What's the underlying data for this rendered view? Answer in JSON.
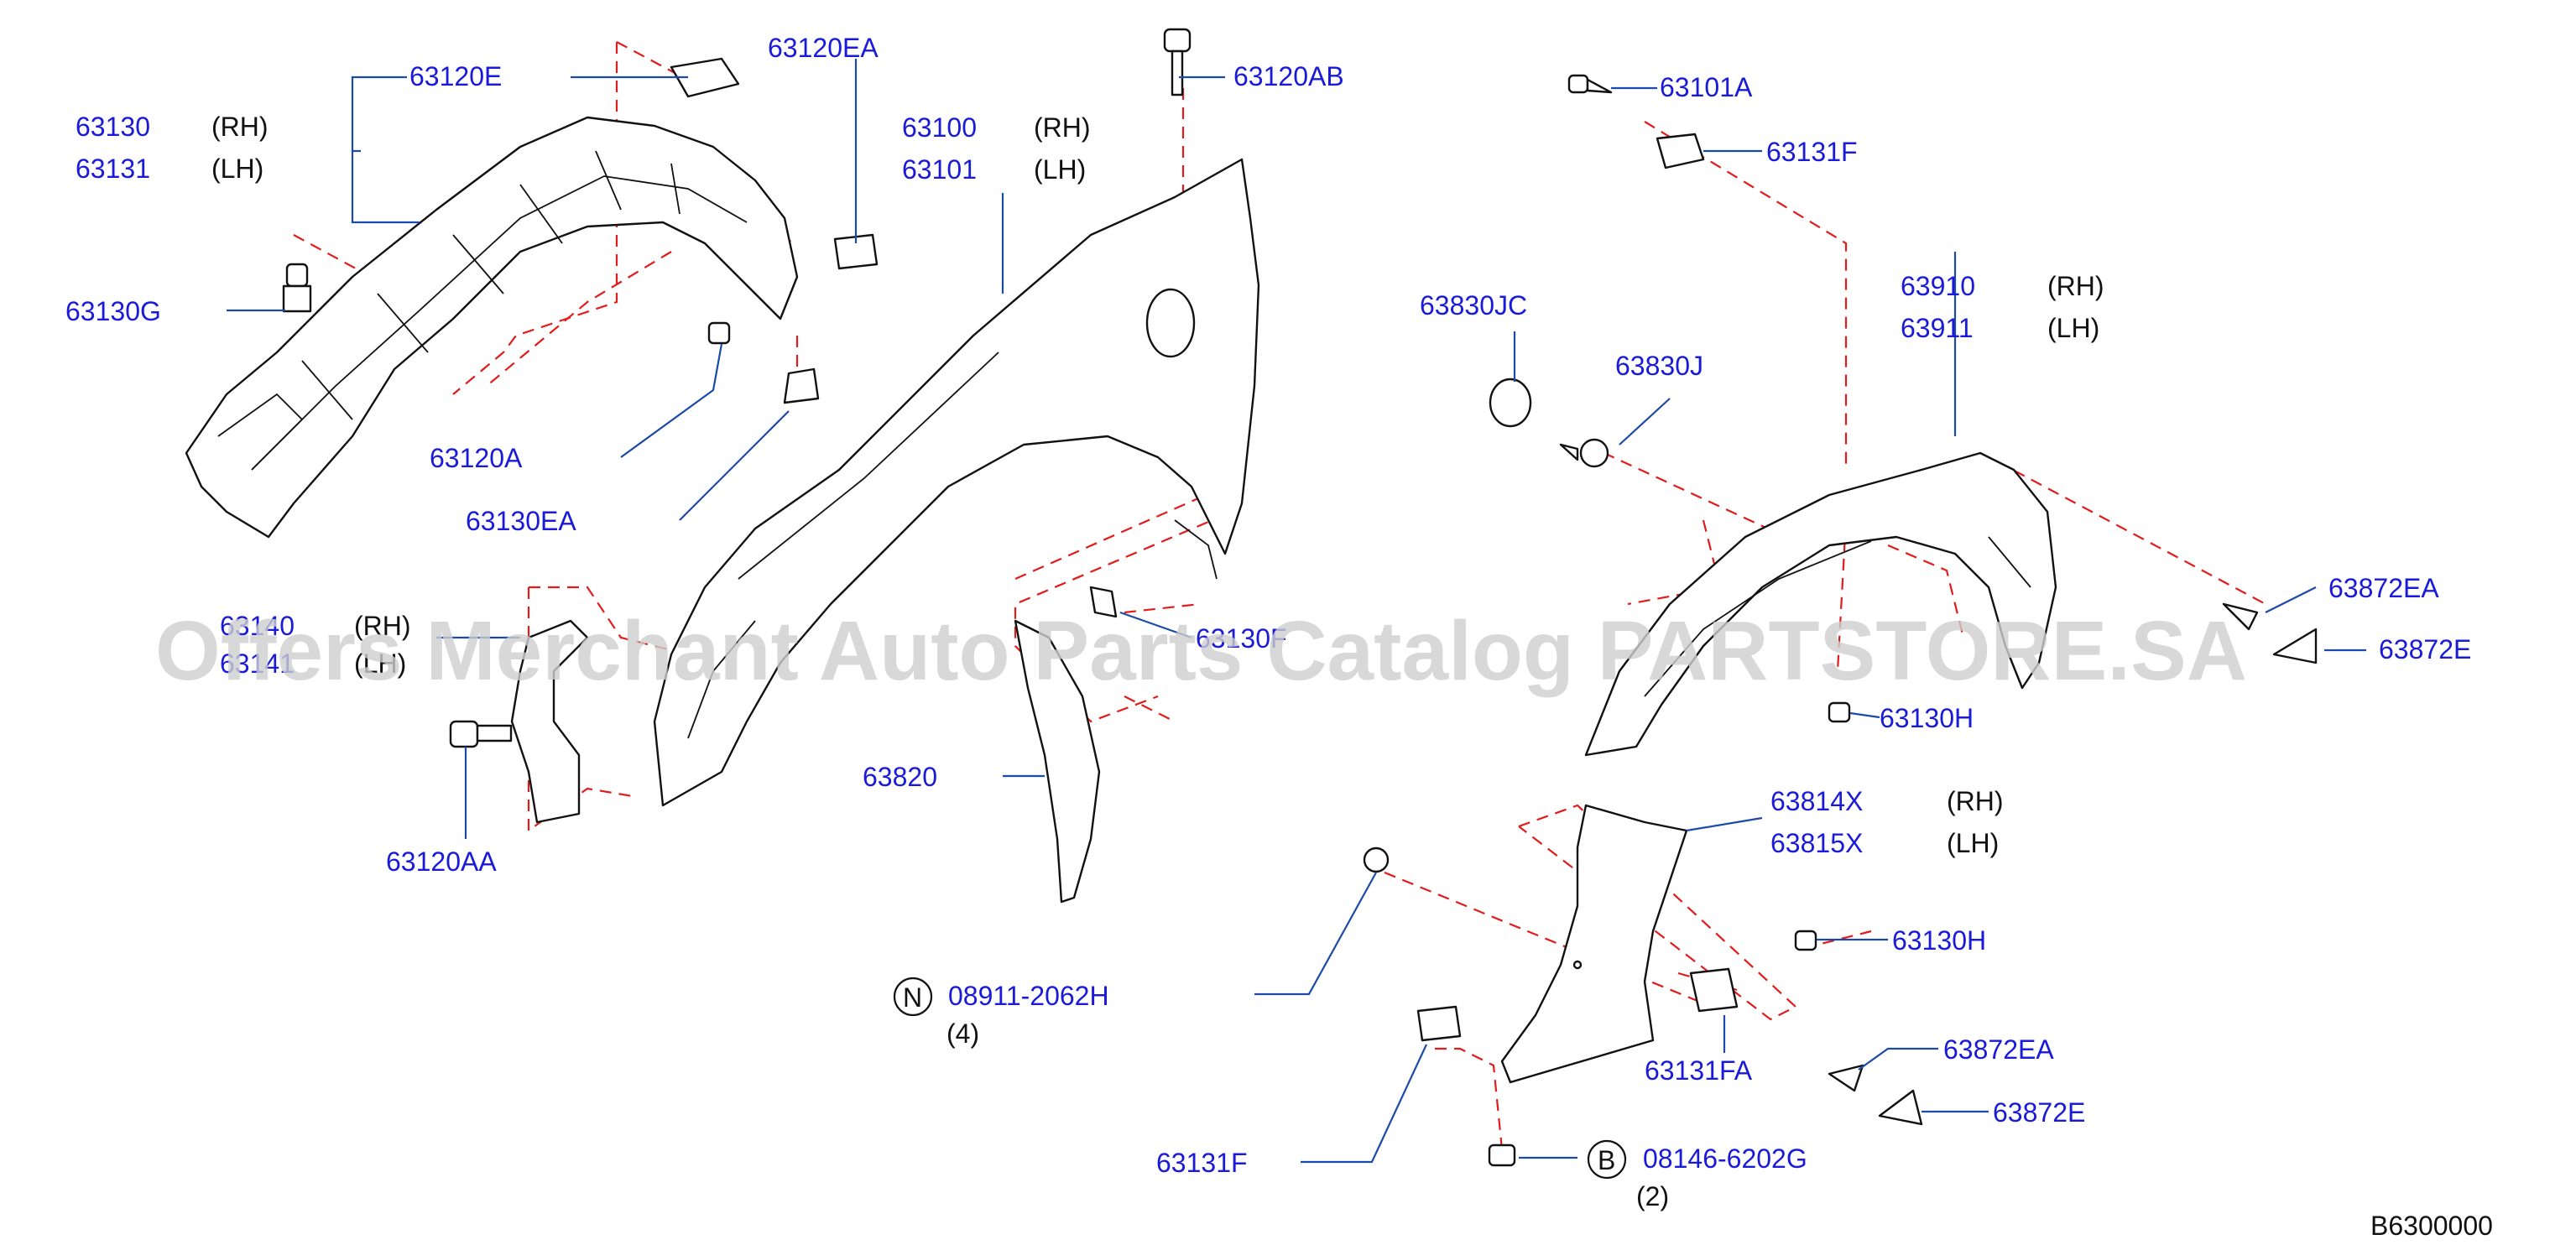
{
  "watermark": "Offers Merchant Auto Parts Catalog PARTSTORE.SA",
  "diagram_code": "B6300000",
  "labels": {
    "p63120E": "63120E",
    "p63120EA": "63120EA",
    "p63120AB": "63120AB",
    "p63130": "63130",
    "p63131": "63131",
    "p63100": "63100",
    "p63101": "63101",
    "p63130G": "63130G",
    "p63120A": "63120A",
    "p63130EA": "63130EA",
    "p63140": "63140",
    "p63141": "63141",
    "p63120AA": "63120AA",
    "p63130F": "63130F",
    "p63820": "63820",
    "p08911": "08911-2062H",
    "p63101A": "63101A",
    "p63131F_top": "63131F",
    "p63830JC": "63830JC",
    "p63830J": "63830J",
    "p63910": "63910",
    "p63911": "63911",
    "p63872EA_top": "63872EA",
    "p63872E_top": "63872E",
    "p63130H_top": "63130H",
    "p63814X": "63814X",
    "p63815X": "63815X",
    "p63130H_low": "63130H",
    "p63131FA": "63131FA",
    "p63872EA_low": "63872EA",
    "p63872E_low": "63872E",
    "p63131F_low": "63131F",
    "p08146": "08146-6202G"
  },
  "sides": {
    "rh": "(RH)",
    "lh": "(LH)"
  },
  "quantities": {
    "q08911": "(4)",
    "q08146": "(2)"
  },
  "circle_marks": {
    "n": "N",
    "b": "B"
  },
  "colors": {
    "part_number": "#1a1ad9",
    "leader": "#1c4aa8",
    "dashed_guide": "#e21b1b",
    "outline": "#111111"
  }
}
